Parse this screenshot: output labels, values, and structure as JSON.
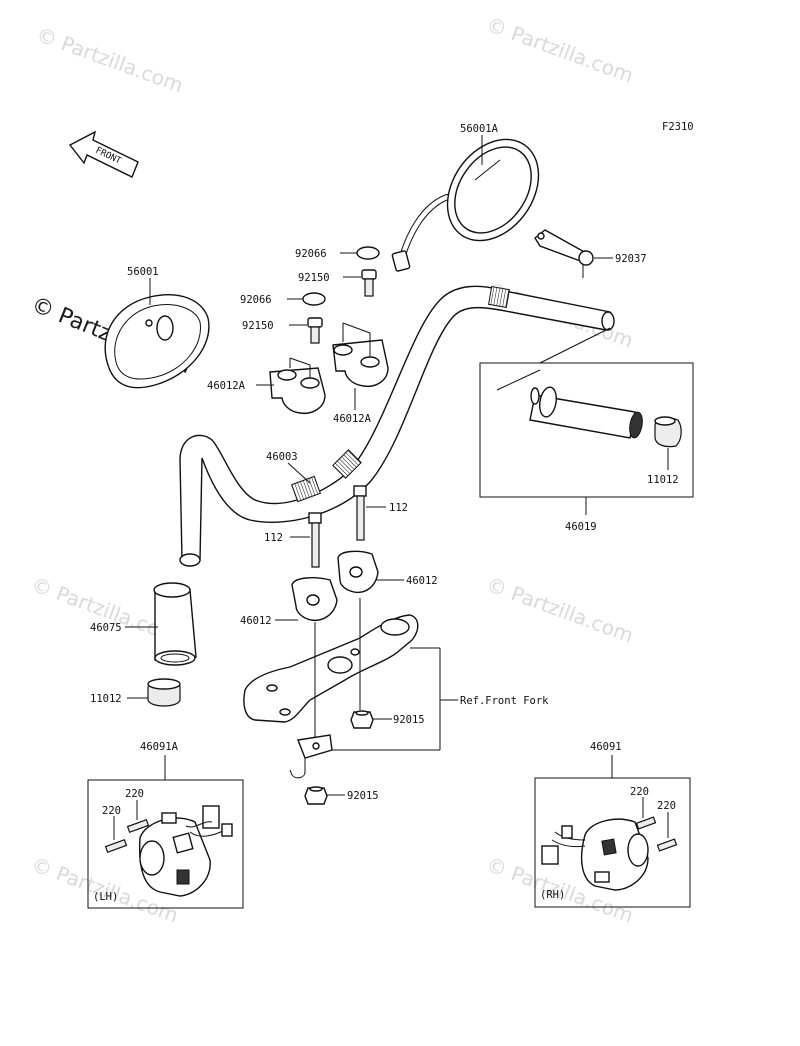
{
  "figure_code": "F2310",
  "front_arrow_label": "FRONT",
  "watermark": {
    "brand": "© Partzilla.com"
  },
  "callouts": {
    "mirror_right": "56001A",
    "mirror_left": "56001",
    "cap_upper": "92066",
    "bolt_upper": "92150",
    "cap_lower": "92066",
    "bolt_lower": "92150",
    "wrench": "92037",
    "holder_left": "46012A",
    "holder_right": "46012A",
    "handlebar": "46003",
    "bolt_112_right": "112",
    "bolt_112_left": "112",
    "holder_lower_right": "46012",
    "holder_lower_left": "46012",
    "grip_left": "46075",
    "end_cap_left": "11012",
    "end_cap_right": "11012",
    "throttle_grip": "46019",
    "nut_upper": "92015",
    "nut_lower": "92015",
    "ref_front_fork": "Ref.Front Fork",
    "switch_lh": "46091A",
    "switch_rh": "46091",
    "screw_lh_a": "220",
    "screw_lh_b": "220",
    "screw_rh_a": "220",
    "screw_rh_b": "220",
    "side_lh": "(LH)",
    "side_rh": "(RH)"
  }
}
